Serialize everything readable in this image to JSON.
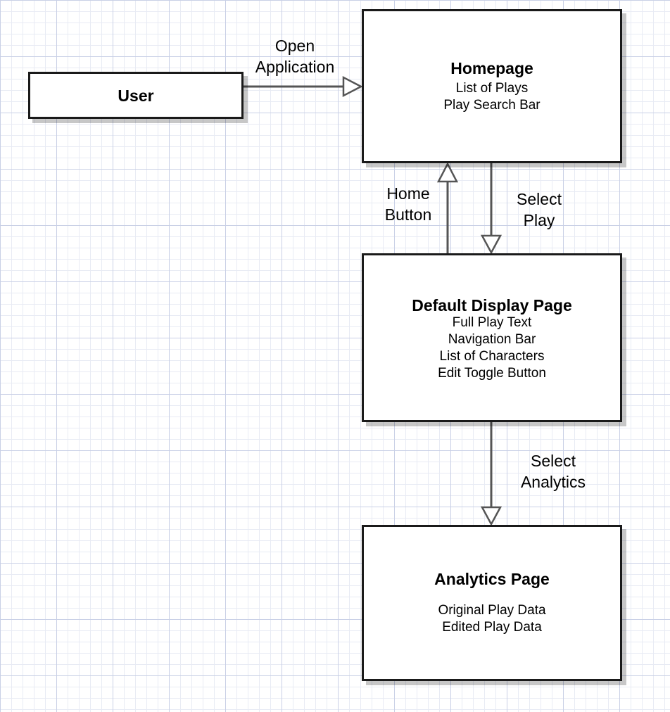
{
  "colors": {
    "node_border": "#1a1a1a",
    "edge_stroke": "#555555",
    "grid_major": "#c9d0e6",
    "grid_minor": "#e8ebf4"
  },
  "nodes": {
    "user": {
      "title": "User",
      "lines": []
    },
    "homepage": {
      "title": "Homepage",
      "lines": [
        "List of Plays",
        "Play Search Bar"
      ]
    },
    "default_display": {
      "title": "Default Display Page",
      "lines": [
        "Full Play Text",
        "Navigation Bar",
        "List of Characters",
        "Edit Toggle Button"
      ]
    },
    "analytics": {
      "title": "Analytics Page",
      "lines": [
        "Original Play Data",
        "Edited Play Data"
      ]
    }
  },
  "edges": {
    "open_application": {
      "from": "User",
      "to": "Homepage",
      "label": [
        "Open",
        "Application"
      ]
    },
    "home_button": {
      "from": "Default Display Page",
      "to": "Homepage",
      "label": [
        "Home",
        "Button"
      ]
    },
    "select_play": {
      "from": "Homepage",
      "to": "Default Display Page",
      "label": [
        "Select",
        "Play"
      ]
    },
    "select_analytics": {
      "from": "Default Display Page",
      "to": "Analytics Page",
      "label": [
        "Select",
        "Analytics"
      ]
    }
  }
}
